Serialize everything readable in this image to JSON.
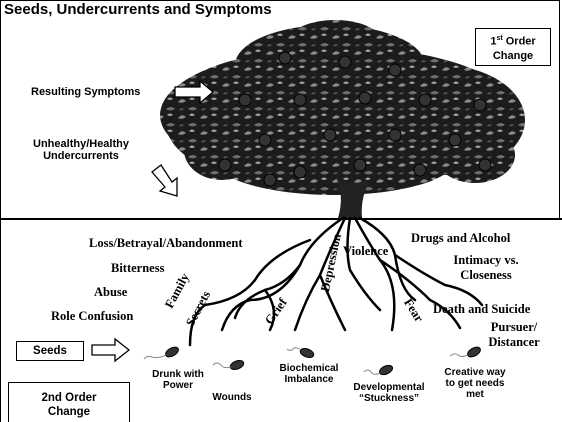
{
  "title": "Seeds, Undercurrents and Symptoms",
  "first_order": {
    "main": "1",
    "sup": "st",
    "rest": " Order",
    "line2": "Change"
  },
  "second_order": {
    "line1": "2nd Order",
    "line2": "Change"
  },
  "labels": {
    "resulting_symptoms": "Resulting Symptoms",
    "undercurrents_line1": "Unhealthy/Healthy",
    "undercurrents_line2": "Undercurrents",
    "seeds": "Seeds"
  },
  "left_roots": [
    "Loss/Betrayal/Abandonment",
    "Bitterness",
    "Abuse",
    "Role Confusion"
  ],
  "root_words": [
    "Family",
    "Secrets",
    "Grief",
    "Depression",
    "Violence",
    "Fear"
  ],
  "right_roots": {
    "drugs": "Drugs and Alcohol",
    "intimacy1": "Intimacy vs.",
    "intimacy2": "Closeness",
    "death": "Death and Suicide",
    "pursuer1": "Pursuer/",
    "pursuer2": "Distancer"
  },
  "seed_items": [
    {
      "line1": "Drunk with",
      "line2": "Power"
    },
    {
      "line1": "Wounds",
      "line2": ""
    },
    {
      "line1": "Biochemical",
      "line2": "Imbalance"
    },
    {
      "line1": "Developmental",
      "line2": "“Stuckness”"
    },
    {
      "line1": "Creative way",
      "line2": "to get needs",
      "line3": "met"
    }
  ]
}
